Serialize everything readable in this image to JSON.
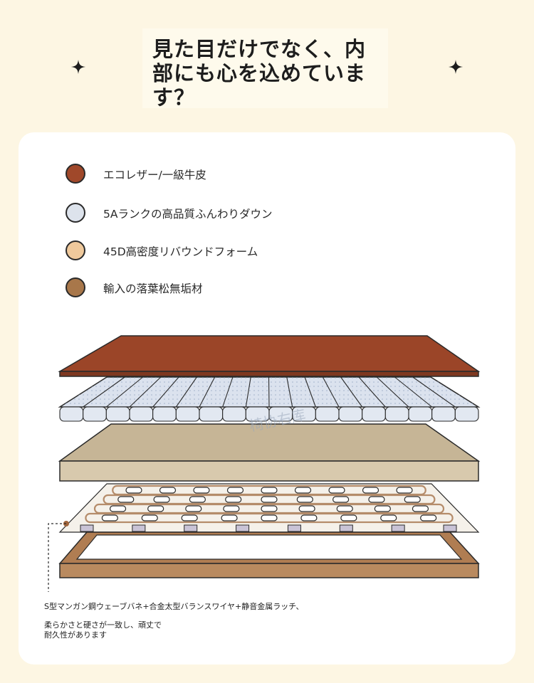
{
  "headline": {
    "line1": "見た目だけでなく、内",
    "line2": "部にも心を込めていま",
    "line3": "す？"
  },
  "legend": [
    {
      "label": "エコレザー/一級牛皮",
      "color": "#a0482a"
    },
    {
      "label": "5Aランクの高品質ふんわりダウン",
      "color": "#dde3ec"
    },
    {
      "label": "45D高密度リバウンドフォーム",
      "color": "#efc99c"
    },
    {
      "label": "輸入の落葉松無垢材",
      "color": "#a8774a"
    }
  ],
  "caption": {
    "line1": "S型マンガン鋼ウェーブバネ+合金太型バランスワイヤ+静音金属ラッチ、",
    "line2": "柔らかさと硬さが一致し、頑丈で",
    "line3": "耐久性があります"
  },
  "watermark": "椅协右库",
  "colors": {
    "background": "#fdf6e3",
    "card": "#ffffff",
    "leather": "#9b4528",
    "down": "#d9e1ed",
    "foam": "#cdbb9d",
    "wood": "#b07d52"
  }
}
